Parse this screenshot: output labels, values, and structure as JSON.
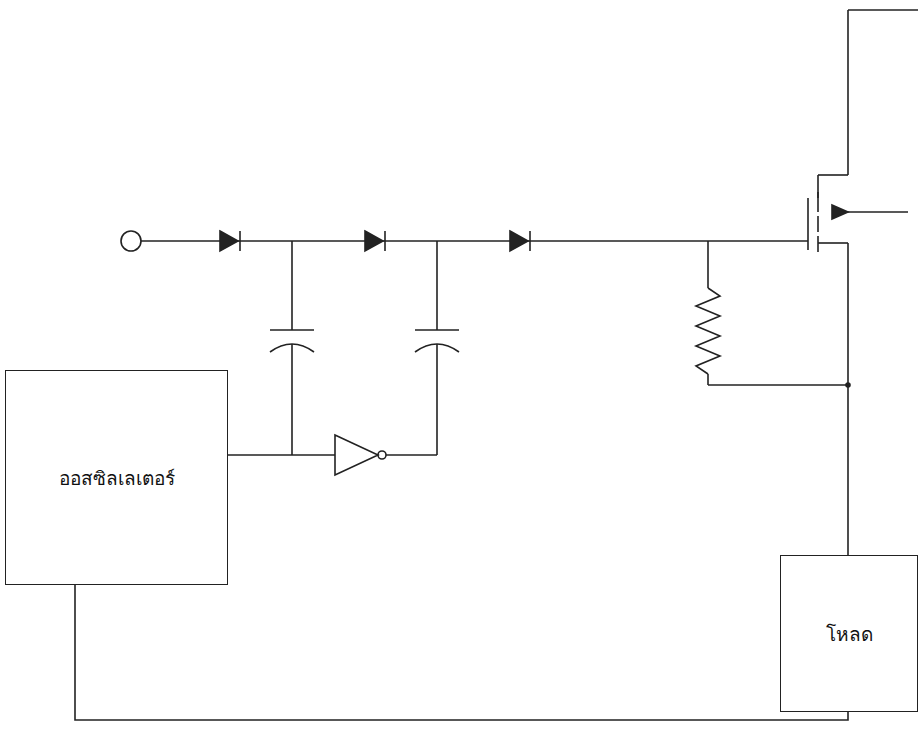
{
  "diagram": {
    "nodes": [
      {
        "text": [
          "ออสซิลเลเตอร์"
        ]
      },
      {
        "text": [
          "โหลด"
        ]
      }
    ],
    "edges": [
      {
        "from": 0,
        "to": 1,
        "arrow": "none"
      }
    ]
  }
}
